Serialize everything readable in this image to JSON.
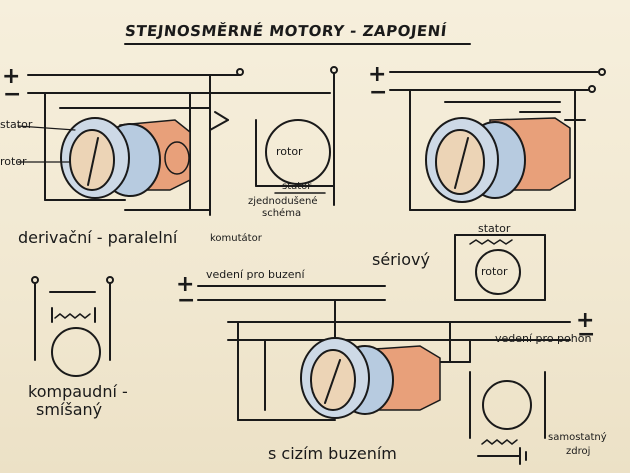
{
  "title": "STEJNOSMĚRNÉ MOTORY - ZAPOJENÍ",
  "labels": {
    "stator_left": "stator",
    "rotor_left": "rotor",
    "derivacni": "derivační - paralelní",
    "komutator": "komutátor",
    "rotor_simple": "rotor",
    "stator_simple": "stator",
    "zjednodusene": "zjednodušené",
    "schema": "schéma",
    "seriovy": "sériový",
    "stator_ser": "stator",
    "rotor_ser": "rotor",
    "kompaundni": "kompaudní -",
    "smisany": "smíšaný",
    "vedeni_buzeni": "vedení pro buzení",
    "vedeni_pohon": "vedení pro pohon",
    "cizi": "s cizím buzením",
    "samostatny": "samostatný",
    "zdroj": "zdroj"
  },
  "signs": {
    "plus": "+",
    "minus": "−"
  },
  "colors": {
    "ink": "#1a1a1a",
    "stator_blue": "#b7cbe0",
    "rotor_orange": "#e8a07a",
    "paper": "#f3ecd8"
  }
}
